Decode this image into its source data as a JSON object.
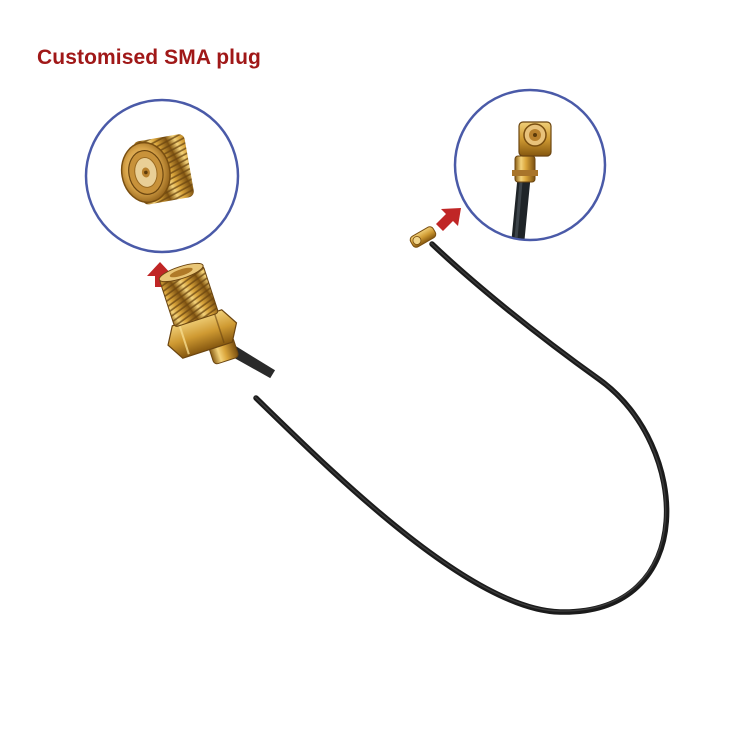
{
  "caption": {
    "text": "Customised SMA plug",
    "color": "#a01818"
  },
  "product_parts": [
    {
      "name": "sma-female-connector",
      "icon": "sma-connector-icon"
    },
    {
      "name": "coaxial-cable",
      "icon": "cable-icon"
    },
    {
      "name": "ipex-u-fl-connector",
      "icon": "ufl-connector-icon"
    }
  ],
  "colors": {
    "callout_ring": "#4a5aa8",
    "arrow": "#c02626",
    "brass": "#d7a93a",
    "cable": "#222222"
  }
}
